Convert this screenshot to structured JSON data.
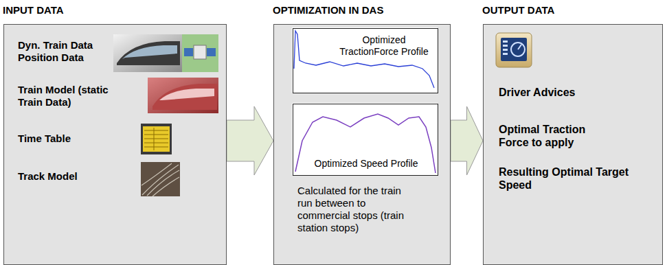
{
  "diagram": {
    "nodes": [
      {
        "text": [
          "INPUT DATA",
          "Dyn. Train Data Position Data",
          "Train Model (static Train Data)",
          "Time Table",
          "Track Model"
        ]
      },
      {
        "text": [
          "OPTIMIZATION IN DAS",
          "Calculated for the train run between to commercial stops (train station stops)"
        ]
      },
      {
        "text": [
          "Optimized TractionForce Profile"
        ],
        "in": 1
      },
      {
        "text": [
          "Optimized Speed Profile"
        ],
        "in": 1
      },
      {
        "text": [
          "OUTPUT DATA",
          "Driver Advices",
          "Optimal Traction Force to apply",
          "Resulting Optimal Target Speed"
        ]
      }
    ],
    "edges": [
      {
        "from": 0,
        "to": 1,
        "arrow": "to"
      },
      {
        "from": 1,
        "to": 4,
        "arrow": "to"
      }
    ]
  }
}
